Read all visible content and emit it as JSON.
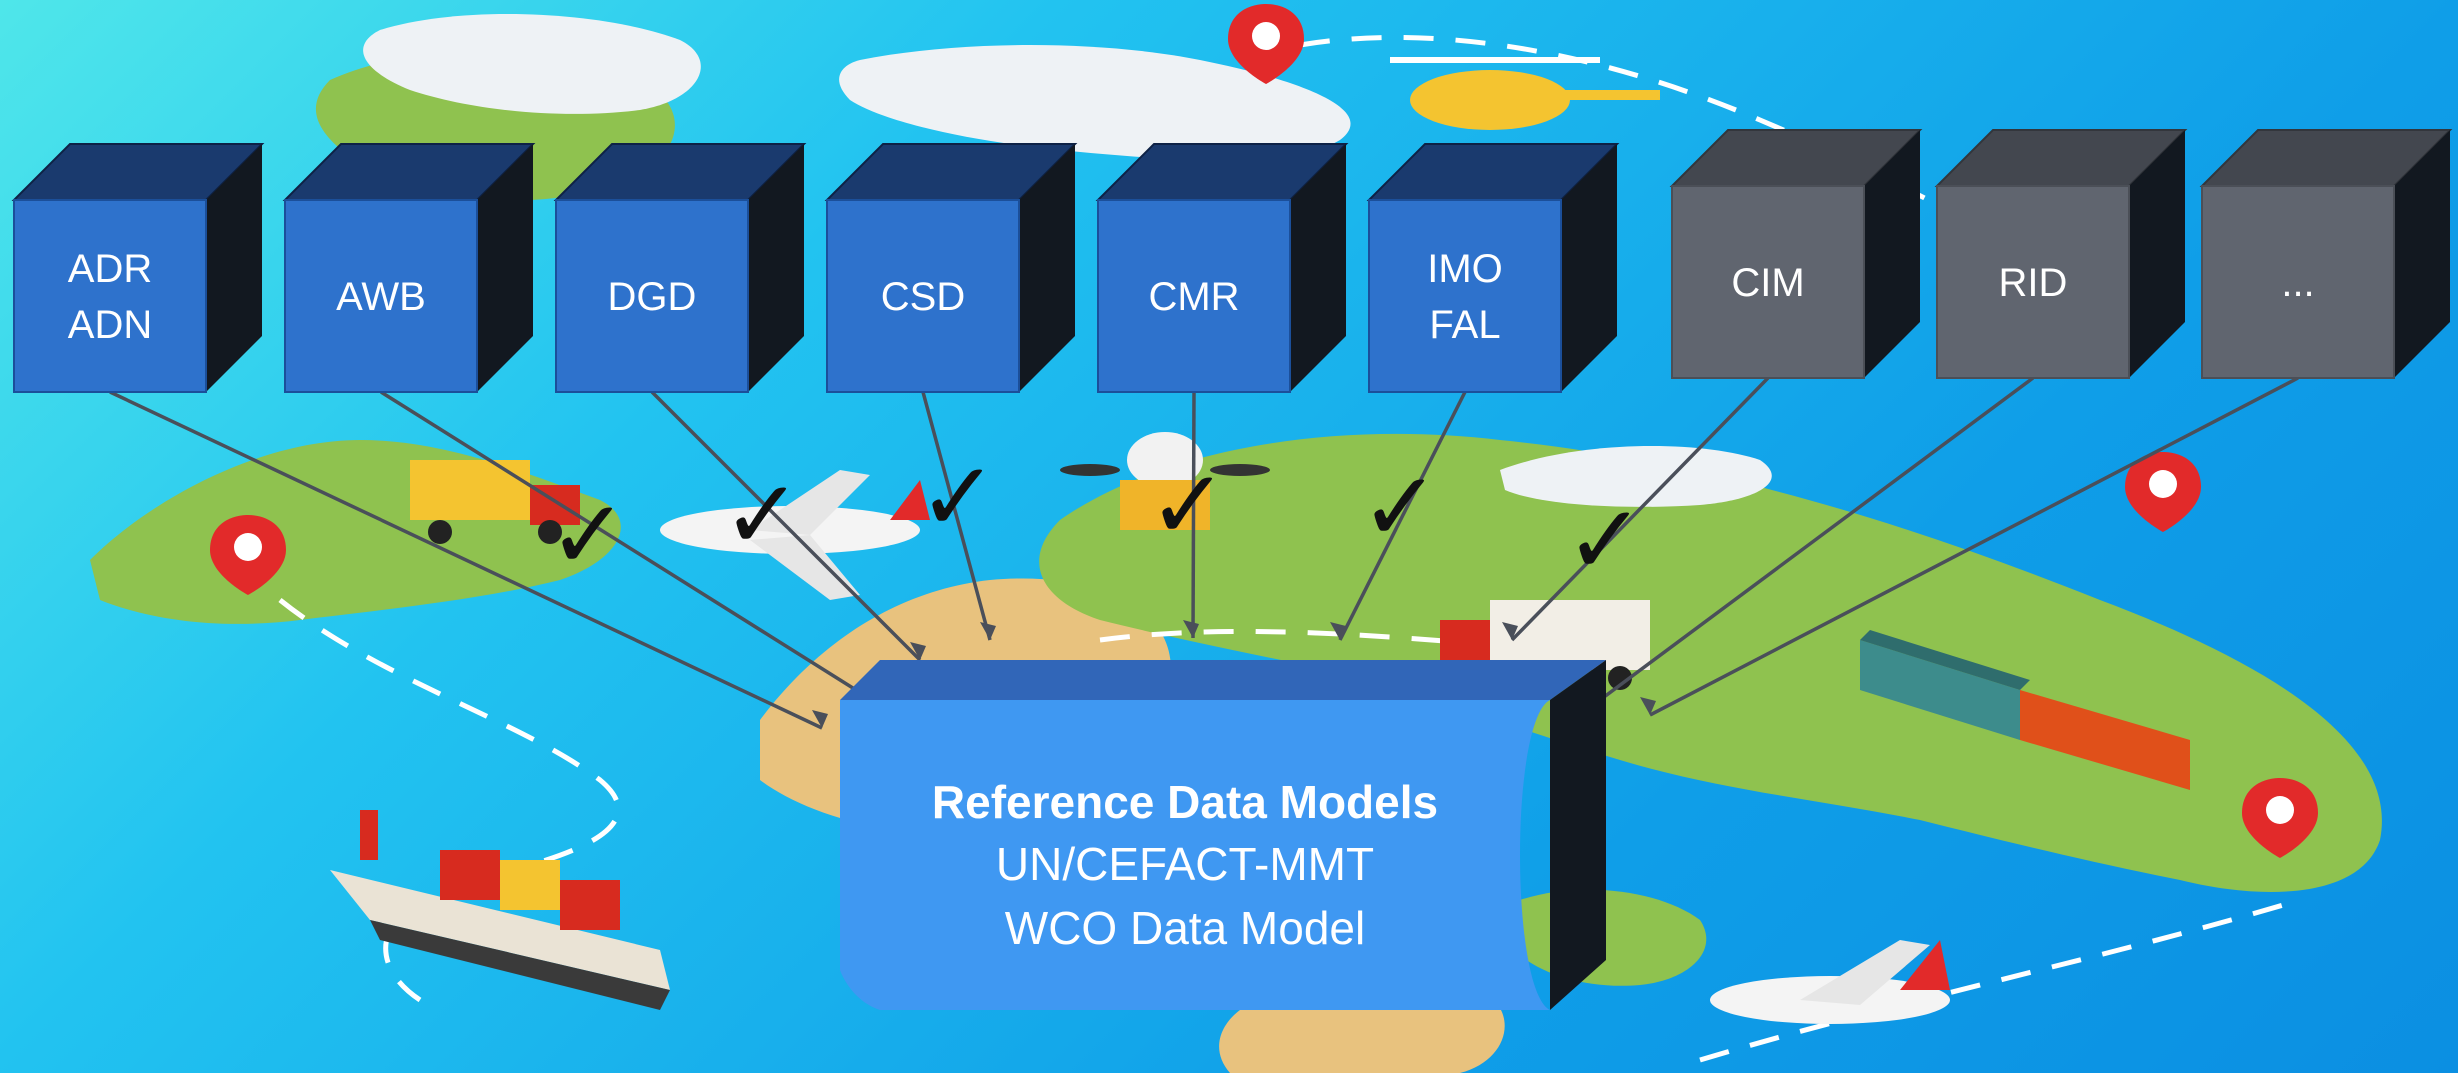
{
  "standards": [
    {
      "id": "adr",
      "lines": [
        "ADR",
        "ADN"
      ],
      "supported": true
    },
    {
      "id": "awb",
      "lines": [
        "AWB"
      ],
      "supported": true
    },
    {
      "id": "dgd",
      "lines": [
        "DGD"
      ],
      "supported": true
    },
    {
      "id": "csd",
      "lines": [
        "CSD"
      ],
      "supported": true
    },
    {
      "id": "cmr",
      "lines": [
        "CMR"
      ],
      "supported": true
    },
    {
      "id": "imo",
      "lines": [
        "IMO",
        "FAL"
      ],
      "supported": true
    },
    {
      "id": "cim",
      "lines": [
        "CIM"
      ],
      "supported": false
    },
    {
      "id": "rid",
      "lines": [
        "RID"
      ],
      "supported": false
    },
    {
      "id": "more",
      "lines": [
        "..."
      ],
      "supported": false
    }
  ],
  "reference": {
    "title": "Reference Data Models",
    "line1": "UN/CEFACT-MMT",
    "line2": "WCO Data Model"
  },
  "check_symbol": "✓",
  "colors": {
    "supported_front": "#2e72cc",
    "supported_top": "#1a3a6e",
    "pending_front": "#60656f",
    "pending_top": "#43474f",
    "cube_side": "#121820",
    "reference_front": "#3f98f2",
    "reference_top": "#3166b8",
    "connector": "#4a4f5a",
    "land": "#8fc24f",
    "sand": "#e8c27e",
    "snow": "#eef2f5",
    "pin": "#e22a2a"
  }
}
